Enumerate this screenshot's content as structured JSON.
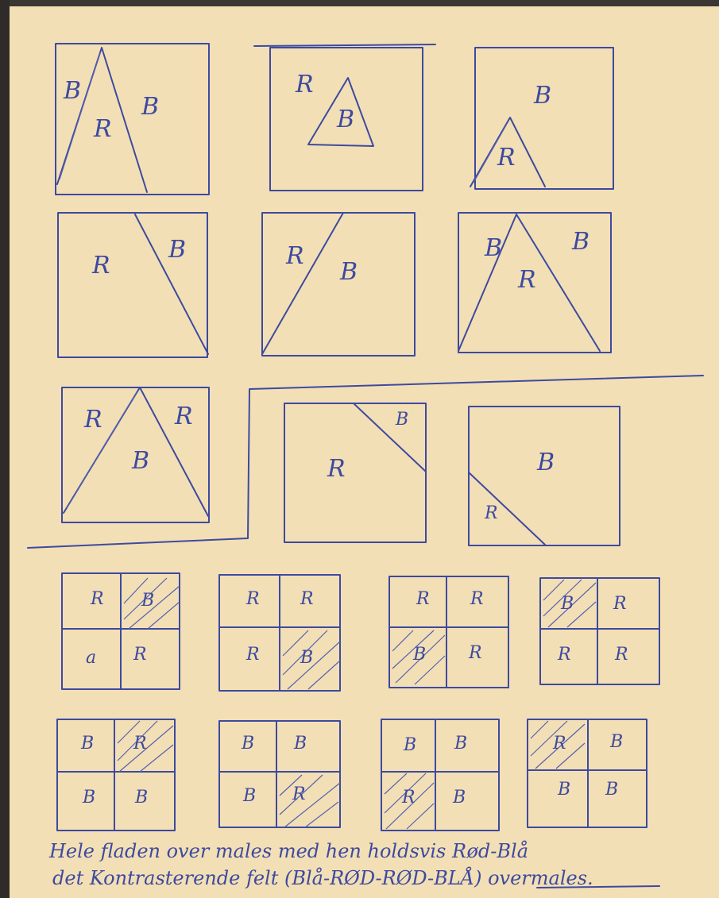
{
  "sketches": [
    {
      "labels": [
        "B",
        "R",
        "B"
      ]
    },
    {
      "labels": [
        "R",
        "B"
      ]
    },
    {
      "labels": [
        "B",
        "R"
      ]
    },
    {
      "labels": [
        "R",
        "B"
      ]
    },
    {
      "labels": [
        "R",
        "B"
      ]
    },
    {
      "labels": [
        "B",
        "R",
        "B"
      ]
    },
    {
      "labels": [
        "R",
        "R",
        "B"
      ]
    },
    {
      "labels": [
        "B",
        "R"
      ]
    },
    {
      "labels": [
        "B",
        "R"
      ]
    }
  ],
  "grids_row1": [
    {
      "cells": [
        "R",
        "B",
        "a",
        "R"
      ]
    },
    {
      "cells": [
        "R",
        "R",
        "R",
        "B"
      ]
    },
    {
      "cells": [
        "R",
        "R",
        "B",
        "R"
      ]
    },
    {
      "cells": [
        "B",
        "R",
        "R",
        "R"
      ]
    }
  ],
  "grids_row2": [
    {
      "cells": [
        "B",
        "R",
        "B",
        "B"
      ]
    },
    {
      "cells": [
        "B",
        "B",
        "B",
        "R"
      ]
    },
    {
      "cells": [
        "B",
        "B",
        "R",
        "B"
      ]
    },
    {
      "cells": [
        "R",
        "B",
        "B",
        "B"
      ]
    }
  ],
  "note": {
    "line1": "Hele fladen over males med hen holdsvis Rød-Blå",
    "line2": "det Kontrasterende felt (Blå-RØD-RØD-BLÅ) overmales."
  },
  "ink_color": "#3d4aa0",
  "paper_color": "#f3dfb5"
}
